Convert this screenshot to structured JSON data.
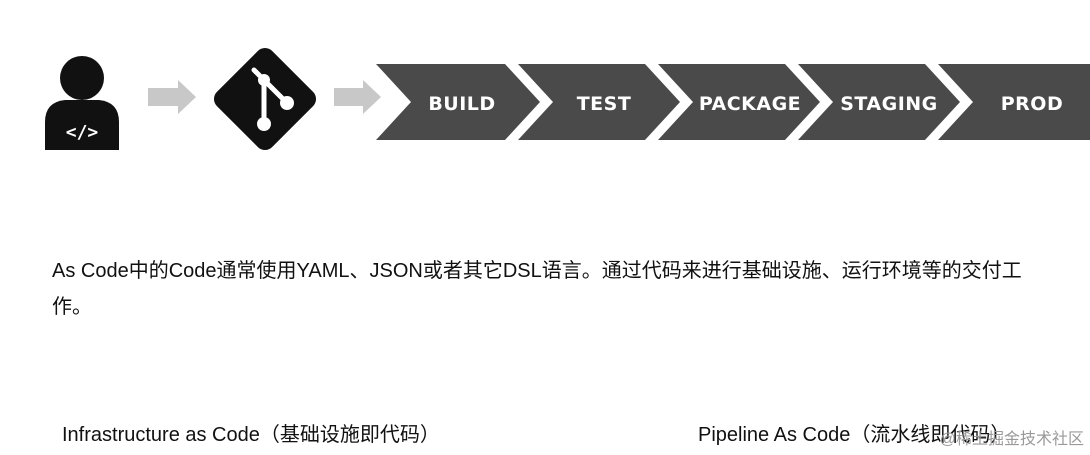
{
  "pipeline": {
    "stages": [
      "BUILD",
      "TEST",
      "PACKAGE",
      "STAGING",
      "PROD"
    ]
  },
  "description": "As Code中的Code通常使用YAML、JSON或者其它DSL语言。通过代码来进行基础设施、运行环境等的交付工作。",
  "captions": {
    "infrastructure": "Infrastructure as Code（基础设施即代码）",
    "pipeline": "Pipeline As Code（流水线即代码）"
  },
  "watermark": "@稀土掘金技术社区",
  "icons": {
    "developer": "developer-code-icon",
    "git": "git-logo-icon",
    "arrow": "arrow-right-icon"
  },
  "colors": {
    "chevron": "#4a4a4a",
    "icon": "#111111",
    "arrow": "#c8c8c8"
  }
}
